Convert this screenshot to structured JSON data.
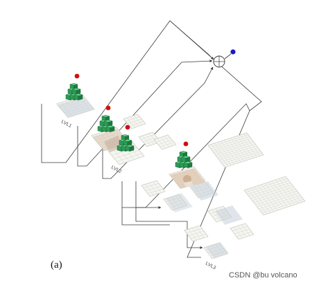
{
  "levels": {
    "lvl1": "LVL1",
    "lvl2": "LVL2",
    "lvl3": "LVL3"
  },
  "figure_label": "(a)",
  "watermark": "CSDN @bu volcano",
  "colors": {
    "cube_green": "#2e9a55",
    "output_node": "#1a1acc",
    "output_sphere": "#d01010",
    "connector": "#3a3a3a",
    "tile_grid": "#d6d6cf"
  },
  "icons": {
    "sum_junction": "circle-plus-icon",
    "output_node": "blue-dot-icon",
    "head_sphere": "red-sphere-icon"
  }
}
